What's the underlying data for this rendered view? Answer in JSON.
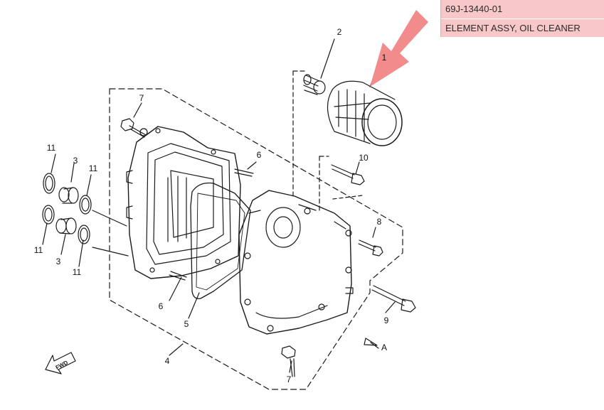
{
  "callout": {
    "part_number": "69J-13440-01",
    "part_name": "ELEMENT ASSY, OIL CLEANER"
  },
  "arrow_color": "#f28b8b",
  "callout_color": "#f8c8c8",
  "diagram": {
    "labels": {
      "n1": "1",
      "n2": "2",
      "n3a": "3",
      "n3b": "3",
      "n4": "4",
      "n5": "5",
      "n6a": "6",
      "n6b": "6",
      "n7a": "7",
      "n7b": "7",
      "n8": "8",
      "n9": "9",
      "n10": "10",
      "n11a": "11",
      "n11b": "11",
      "n11c": "11",
      "n11d": "11",
      "direction_a": "A",
      "fwd": "FWD"
    }
  }
}
